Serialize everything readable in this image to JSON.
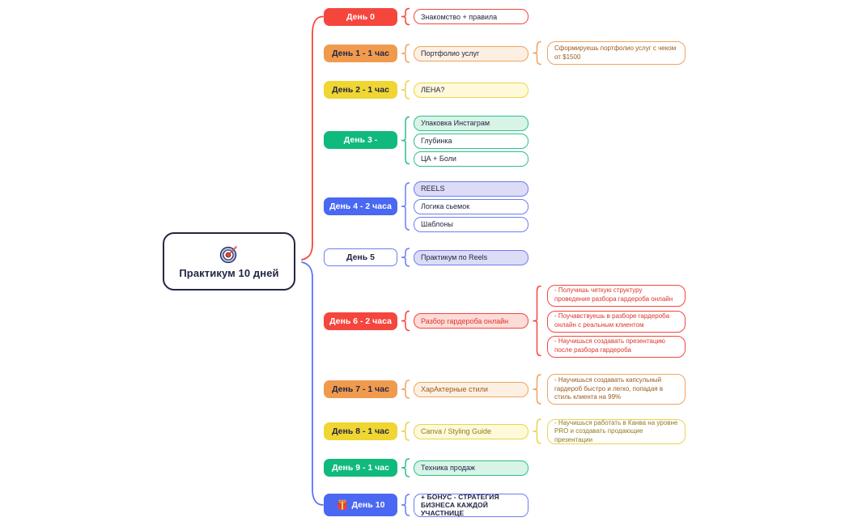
{
  "root": {
    "label": "Практикум 10 дней",
    "icon": "dartboard-icon"
  },
  "text_navy": "#232743",
  "palette": {
    "red": {
      "main": "#f5463d",
      "light": "#fcdcd8",
      "border": "#f5463d",
      "deep": "#dd352c"
    },
    "orange": {
      "main": "#f09a4e",
      "light": "#fdf0e2",
      "border": "#f0a35e",
      "deep": "#9c5a1e"
    },
    "yellow": {
      "main": "#f0d632",
      "light": "#fdf9d9",
      "border": "#ecd34d",
      "deep": "#8f7c1e"
    },
    "green": {
      "main": "#10ba7c",
      "light": "#d8f4e7",
      "border": "#2cc188",
      "deep": "#14553f"
    },
    "blue": {
      "main": "#4a68f2",
      "light": "#dcdcf7",
      "border": "#6c7ef3",
      "deep": "#232743"
    }
  },
  "branches": [
    {
      "label": "День 0",
      "color_key": "red",
      "day_text": "#ffffff",
      "children": [
        {
          "label": "Знакомство + правила",
          "variant": "plain"
        }
      ],
      "outcomes": []
    },
    {
      "label": "День 1 - 1 час",
      "color_key": "orange",
      "day_text": "#232743",
      "children": [
        {
          "label": "Портфолио услуг",
          "variant": "tinted"
        }
      ],
      "outcomes": [
        "Сформируешь портфолио услуг с чеком от $1500"
      ]
    },
    {
      "label": "День 2 - 1 час",
      "color_key": "yellow",
      "day_text": "#232743",
      "children": [
        {
          "label": "ЛЕНА?",
          "variant": "tinted"
        }
      ],
      "outcomes": []
    },
    {
      "label": "День 3 -",
      "color_key": "green",
      "day_text": "#ffffff",
      "children": [
        {
          "label": "Упаковка Инстаграм",
          "variant": "tinted"
        },
        {
          "label": "Глубинка",
          "variant": "plain"
        },
        {
          "label": "ЦА + Боли",
          "variant": "plain"
        }
      ],
      "outcomes": []
    },
    {
      "label": "День 4 - 2 часа",
      "color_key": "blue",
      "day_text": "#ffffff",
      "children": [
        {
          "label": "REELS",
          "variant": "tinted"
        },
        {
          "label": "Логика сьемок",
          "variant": "plain"
        },
        {
          "label": "Шаблоны",
          "variant": "plain"
        }
      ],
      "outcomes": []
    },
    {
      "label": "День 5",
      "color_key": "blue",
      "day_variant": "outline",
      "day_text": "#232743",
      "children": [
        {
          "label": "Практикум по Reels",
          "variant": "tinted"
        }
      ],
      "outcomes": []
    },
    {
      "label": "День 6 - 2 часа",
      "color_key": "red",
      "day_text": "#ffffff",
      "children": [
        {
          "label": "Разбор гардероба онлайн",
          "variant": "tinted",
          "colored_text": true
        }
      ],
      "outcomes": [
        "- Получишь четкую структуру проведения разбора гардероба онлайн",
        "- Поучавствуешь в разборе гардероба онлайн с реальным клиентом",
        "- Научишься создавать презентацию после разбора гардероба"
      ]
    },
    {
      "label": "День 7 - 1 час",
      "color_key": "orange",
      "day_text": "#232743",
      "children": [
        {
          "label": "ХарАктерные стили",
          "variant": "tinted",
          "colored_text": true
        }
      ],
      "outcomes": [
        "- Научишься создавать капсульный гардероб быстро и легко, попадая в стиль клиента на 99%"
      ]
    },
    {
      "label": "День 8 - 1 час",
      "color_key": "yellow",
      "day_text": "#232743",
      "children": [
        {
          "label": "Canva / Styling Guide",
          "variant": "tinted",
          "colored_text": true
        }
      ],
      "outcomes": [
        "- Научишься работать в Канва на уровне PRO и создавать продающие презентации"
      ]
    },
    {
      "label": "День 9 - 1 час",
      "color_key": "green",
      "day_text": "#ffffff",
      "children": [
        {
          "label": "Техника продаж",
          "variant": "tinted"
        }
      ],
      "outcomes": []
    },
    {
      "label": "День 10",
      "color_key": "blue",
      "day_text": "#ffffff",
      "icon": "gift-icon",
      "children": [
        {
          "label": "+ БОНУС - СТРАТЕГИЯ БИЗНЕСА КАЖДОЙ УЧАСТНИЦЕ",
          "variant": "plain",
          "bold": true
        }
      ],
      "outcomes": []
    }
  ]
}
